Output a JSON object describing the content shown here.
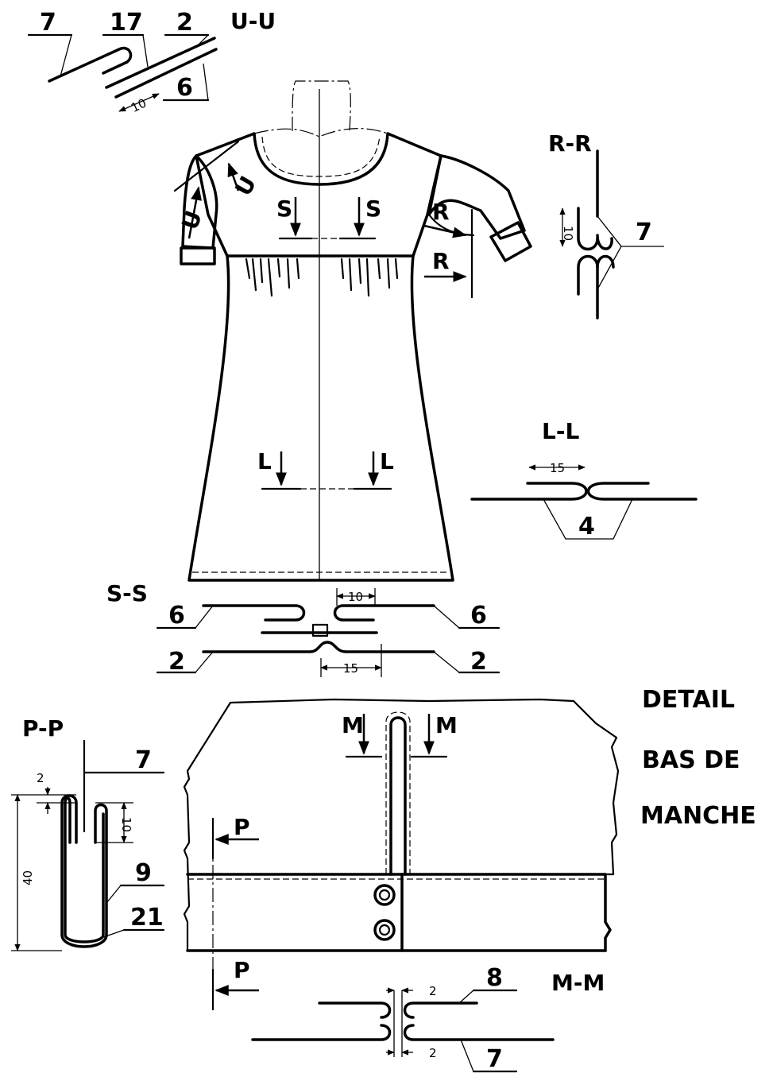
{
  "section_labels": {
    "u_u": "U-U",
    "r_r": "R-R",
    "l_l": "L-L",
    "s_s": "S-S",
    "p_p": "P-P",
    "m_m": "M-M",
    "u": "U",
    "s": "S",
    "r": "R",
    "l": "L",
    "p": "P",
    "m": "M"
  },
  "part_numbers": {
    "n2": "2",
    "n4": "4",
    "n6": "6",
    "n7": "7",
    "n8": "8",
    "n9": "9",
    "n17": "17",
    "n21": "21"
  },
  "dimensions": {
    "d2": "2",
    "d10": "10",
    "d15": "15",
    "d40": "40"
  },
  "detail_title": {
    "line1": "DETAIL",
    "line2": "BAS DE",
    "line3": "MANCHE"
  }
}
